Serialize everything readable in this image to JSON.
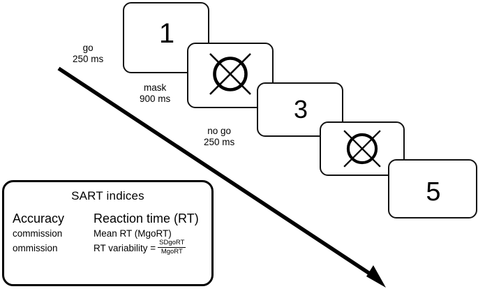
{
  "figure": {
    "type": "sart-paradigm-diagram",
    "background": "#ffffff",
    "stroke_color": "#000000"
  },
  "sequence": {
    "cards": [
      {
        "id": "card-1",
        "kind": "digit",
        "content": "1",
        "label": "go",
        "duration": "250 ms"
      },
      {
        "id": "card-2",
        "kind": "mask",
        "content": "circle-cross-mask",
        "label": "mask",
        "duration": "900 ms"
      },
      {
        "id": "card-3",
        "kind": "digit",
        "content": "3",
        "label": "no go",
        "duration": "250 ms"
      },
      {
        "id": "card-4",
        "kind": "mask",
        "content": "circle-cross-mask",
        "label": "",
        "duration": ""
      },
      {
        "id": "card-5",
        "kind": "digit",
        "content": "5",
        "label": "",
        "duration": ""
      }
    ]
  },
  "annotations": [
    {
      "id": "go",
      "line1": "go",
      "line2": "250 ms"
    },
    {
      "id": "mask",
      "line1": "mask",
      "line2": "900 ms"
    },
    {
      "id": "nogo",
      "line1": "no go",
      "line2": "250 ms"
    }
  ],
  "arrow": {
    "name": "time-flow-arrow",
    "direction": "down-right"
  },
  "indices_panel": {
    "title": "SART indices",
    "columns": {
      "accuracy_header": "Accuracy",
      "rt_header": "Reaction time (RT)"
    },
    "rows": [
      {
        "accuracy": "commission",
        "rt": "Mean RT (MgoRT)"
      },
      {
        "accuracy": "ommission",
        "rt": "RT variability ="
      }
    ],
    "formula": {
      "lhs": "RT variability =",
      "numerator": "SDgoRT",
      "denominator": "MgoRT"
    }
  }
}
